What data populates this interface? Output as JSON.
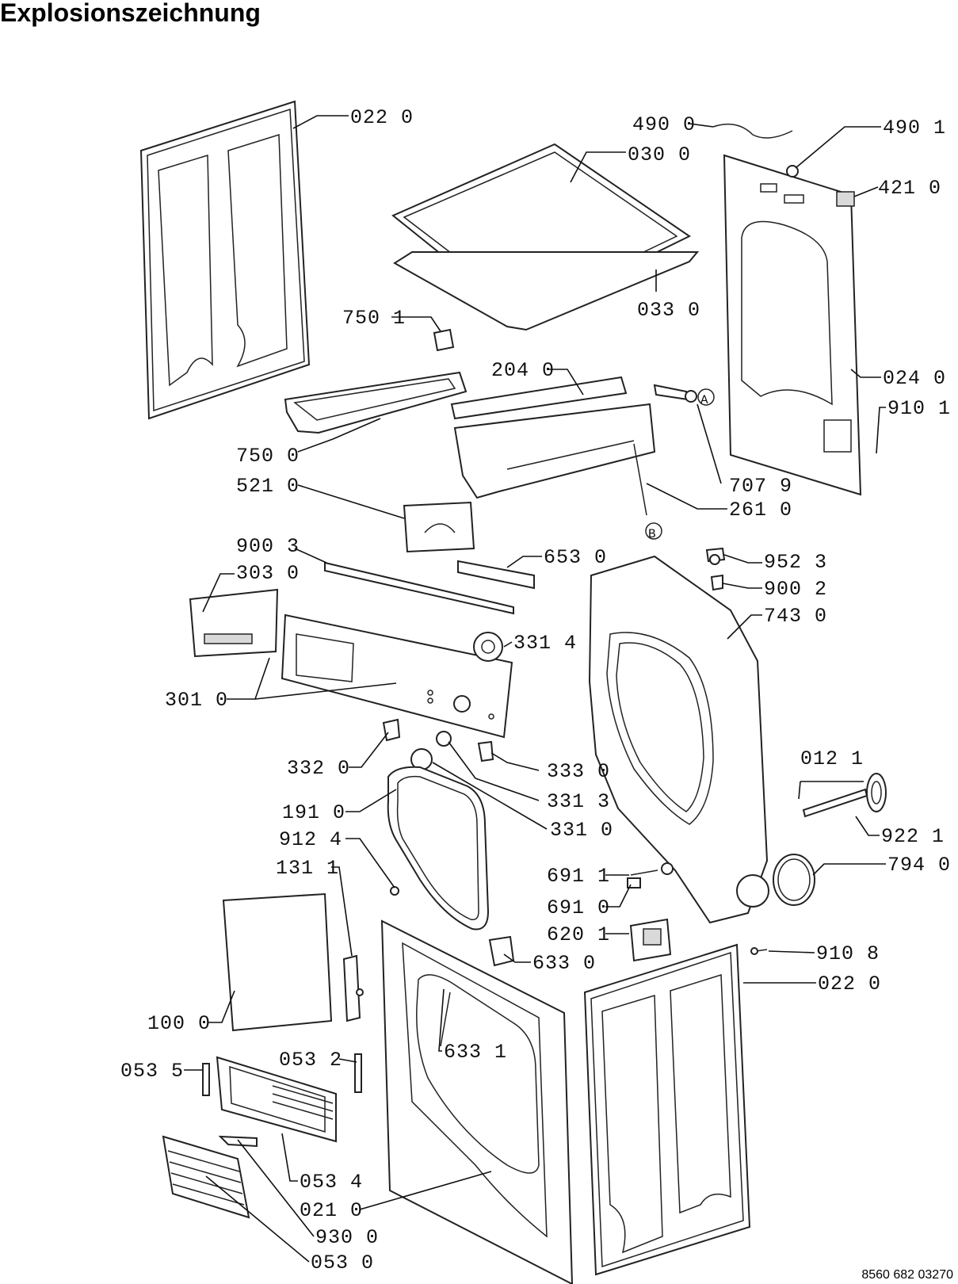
{
  "title": "Explosionszeichnung",
  "document_number": "8560 682 03270",
  "callouts": {
    "c_022_0_top": "022 0",
    "c_030_0": "030 0",
    "c_033_0": "033 0",
    "c_490_0": "490 0",
    "c_490_1": "490 1",
    "c_421_0": "421 0",
    "c_024_0": "024 0",
    "c_910_1": "910 1",
    "c_750_1": "750 1",
    "c_750_0": "750 0",
    "c_204_0": "204 0",
    "c_707_9": "707 9",
    "c_261_0": "261 0",
    "c_marker_a": "A",
    "c_marker_b": "B",
    "c_521_0": "521 0",
    "c_900_3": "900 3",
    "c_303_0": "303 0",
    "c_653_0": "653 0",
    "c_952_3": "952 3",
    "c_900_2": "900 2",
    "c_743_0": "743 0",
    "c_331_4": "331 4",
    "c_301_0": "301 0",
    "c_332_0": "332 0",
    "c_333_0": "333 0",
    "c_331_3": "331 3",
    "c_331_0": "331 0",
    "c_012_1": "012 1",
    "c_922_1": "922 1",
    "c_191_0": "191 0",
    "c_912_4": "912 4",
    "c_131_1": "131 1",
    "c_794_0": "794 0",
    "c_691_1": "691 1",
    "c_691_0": "691 0",
    "c_620_1": "620 1",
    "c_633_0": "633 0",
    "c_910_8": "910 8",
    "c_022_0_bottom": "022 0",
    "c_100_0": "100 0",
    "c_633_1": "633 1",
    "c_053_5": "053 5",
    "c_053_2": "053 2",
    "c_053_4": "053 4",
    "c_021_0": "021 0",
    "c_930_0": "930 0",
    "c_053_0": "053 0"
  }
}
